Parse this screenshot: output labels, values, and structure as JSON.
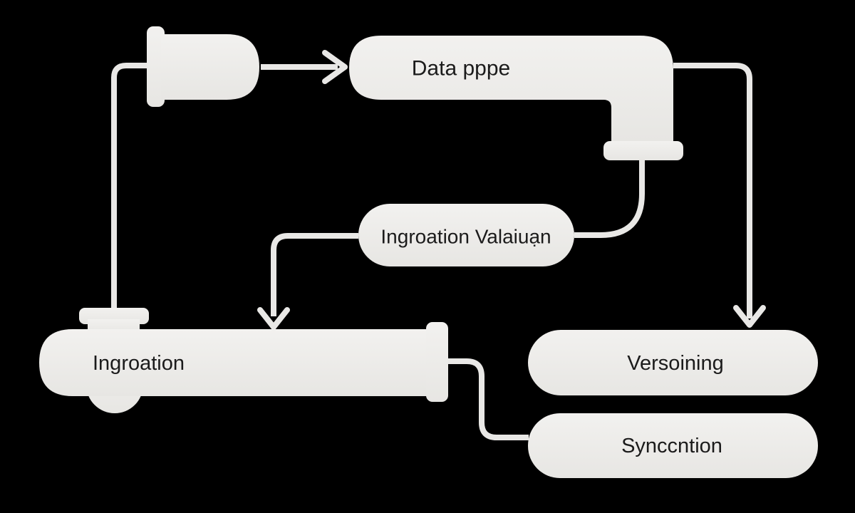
{
  "diagram": {
    "nodes": {
      "inlet": "",
      "data_pipe": "Data pppe",
      "validation": "Ingroation Valaiuạn",
      "ingestion": "Ingroation",
      "versioning": "Versoining",
      "sync": "Synccntion"
    },
    "colors": {
      "background": "#000000",
      "shape_fill_top": "#f2f1ef",
      "shape_fill_bottom": "#e7e6e3",
      "connector": "#e9e8e6",
      "text": "#1b1b1b"
    }
  }
}
